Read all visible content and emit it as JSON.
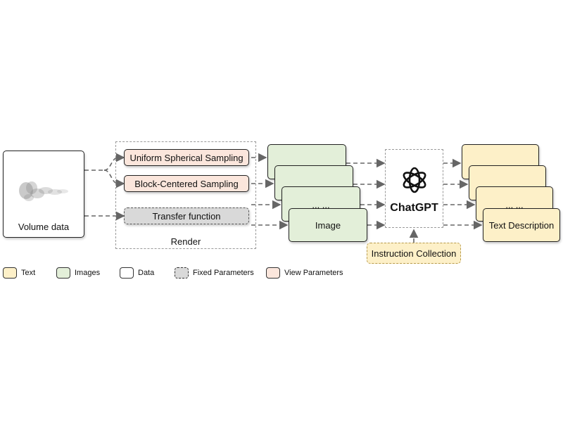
{
  "volume": {
    "label": "Volume data"
  },
  "render": {
    "label": "Render",
    "uniform": "Uniform Spherical Sampling",
    "block": "Block-Centered Sampling",
    "transfer": "Transfer function"
  },
  "images": {
    "stack_labels": [
      "... ...",
      "... ...",
      "... ...",
      "Image"
    ]
  },
  "chatgpt": {
    "label": "ChatGPT",
    "icon": "openai-logo-icon"
  },
  "instruction": {
    "label": "Instruction Collection"
  },
  "texts": {
    "stack_labels": [
      "... ...",
      "... ...",
      "... ...",
      "Text Description"
    ]
  },
  "legend": [
    {
      "label": "Text",
      "color": "#fdf0c8"
    },
    {
      "label": "Images",
      "color": "#e3efd9"
    },
    {
      "label": "Data",
      "color": "#ffffff"
    },
    {
      "label": "Fixed Parameters",
      "color": "#d9d9d9"
    },
    {
      "label": "View Parameters",
      "color": "#fbe6dc"
    }
  ],
  "colors": {
    "arrow": "#666666"
  }
}
